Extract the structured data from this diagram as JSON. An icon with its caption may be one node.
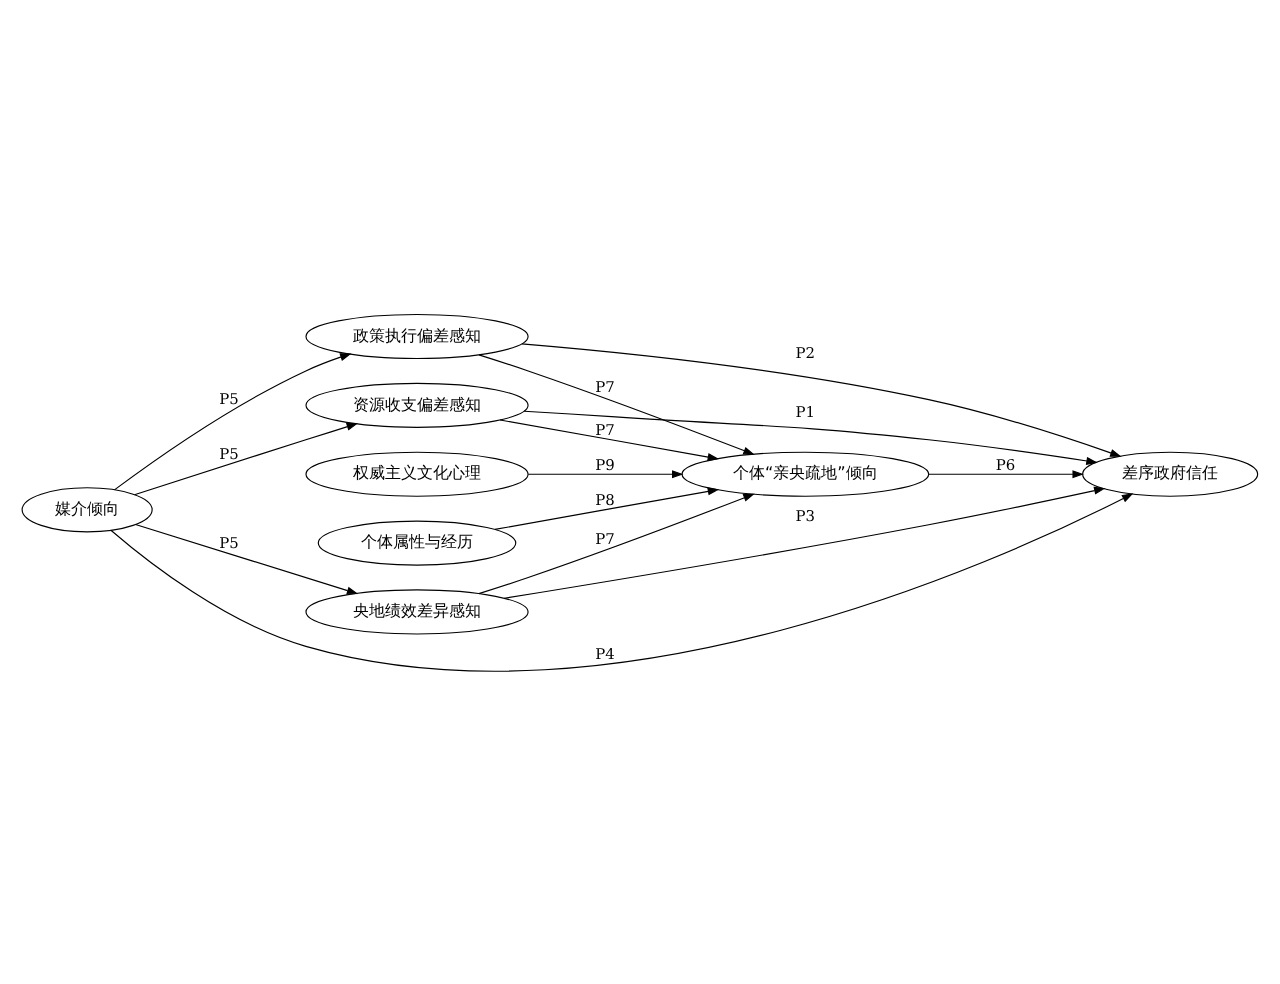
{
  "diagram": {
    "nodes": [
      {
        "text": [
          "权威主义文化心理"
        ]
      },
      {
        "text": [
          "个体属性与经历"
        ]
      },
      {
        "text": [
          "资源收支偏差感知"
        ]
      },
      {
        "text": [
          "政策执行偏差感知"
        ]
      },
      {
        "text": [
          "央地绩效差异感知"
        ]
      },
      {
        "text": [
          "个体“亲央疏地”倾向"
        ]
      },
      {
        "text": [
          "差序政府信任"
        ]
      },
      {
        "text": [
          "媒介倾向"
        ]
      }
    ],
    "edges": [
      {
        "from": 0,
        "to": 5,
        "arrow": "to",
        "label": "P9"
      },
      {
        "from": 1,
        "to": 5,
        "arrow": "to",
        "label": "P8"
      },
      {
        "from": 2,
        "to": 5,
        "arrow": "to",
        "label": "P7"
      },
      {
        "from": 3,
        "to": 5,
        "arrow": "to",
        "label": "P7"
      },
      {
        "from": 4,
        "to": 5,
        "arrow": "to",
        "label": "P7"
      },
      {
        "from": 5,
        "to": 6,
        "arrow": "to",
        "label": "P6"
      },
      {
        "from": 2,
        "to": 6,
        "arrow": "to",
        "label": "P1"
      },
      {
        "from": 3,
        "to": 6,
        "arrow": "to",
        "label": "P2"
      },
      {
        "from": 4,
        "to": 6,
        "arrow": "to",
        "label": "P3"
      },
      {
        "from": 7,
        "to": 6,
        "arrow": "to",
        "label": "P4"
      },
      {
        "from": 7,
        "to": 2,
        "arrow": "to",
        "label": "P5"
      },
      {
        "from": 7,
        "to": 3,
        "arrow": "to",
        "label": "P5"
      },
      {
        "from": 7,
        "to": 4,
        "arrow": "to",
        "label": "P5"
      }
    ]
  }
}
